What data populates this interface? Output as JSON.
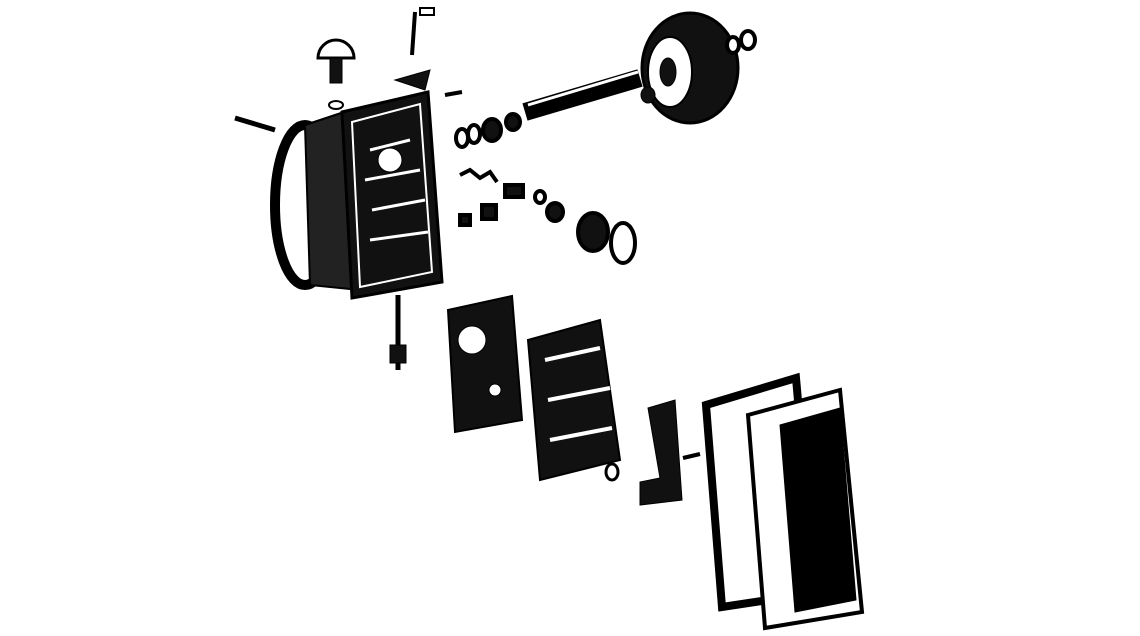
{
  "diagram": {
    "type": "exploded-view illustration",
    "colors": {
      "ink": "#000000",
      "paper": "#ffffff"
    },
    "parts": [
      "housing",
      "mounting-plate",
      "dome-breather",
      "lever-linkage",
      "output-shaft",
      "drum",
      "rings-and-springs",
      "gasket",
      "valve-body",
      "bracket",
      "pan-gasket",
      "oil-pan"
    ]
  }
}
